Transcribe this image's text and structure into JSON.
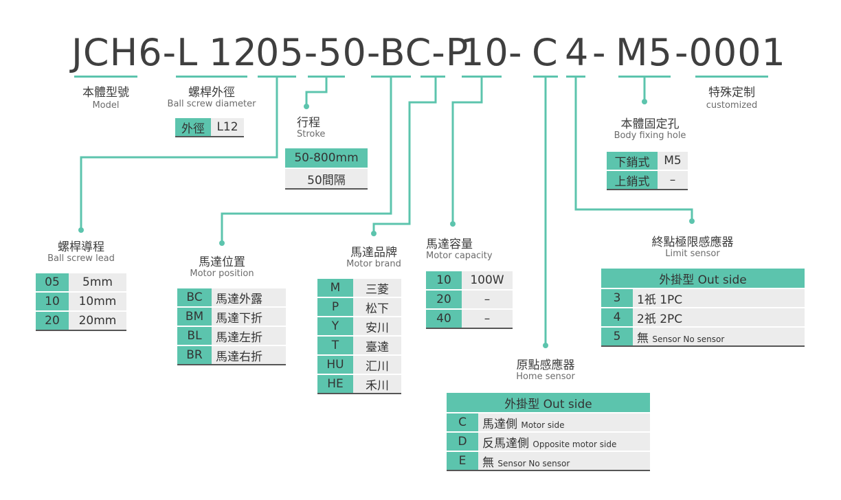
{
  "code": {
    "s1": "JCH6-L",
    "s2": "12",
    "s3": "05-50-BC-P",
    "s4": "10",
    "s5": "-",
    "s6": "C",
    "s7": "4",
    "s8": "-",
    "s9": "M5",
    "s10": "-0001"
  },
  "model": {
    "zh": "本體型號",
    "en": "Model"
  },
  "diameter": {
    "zh": "螺桿外徑",
    "en": "Ball screw diameter",
    "rows": [
      {
        "k": "外徑",
        "v": "L12"
      }
    ]
  },
  "stroke": {
    "zh": "行程",
    "en": "Stroke",
    "row1": "50-800mm",
    "row2": "50間隔"
  },
  "lead": {
    "zh": "螺桿導程",
    "en": "Ball screw lead",
    "rows": [
      {
        "k": "05",
        "v": "5mm"
      },
      {
        "k": "10",
        "v": "10mm"
      },
      {
        "k": "20",
        "v": "20mm"
      }
    ]
  },
  "position": {
    "zh": "馬達位置",
    "en": "Motor position",
    "rows": [
      {
        "k": "BC",
        "v": "馬達外露"
      },
      {
        "k": "BM",
        "v": "馬達下折"
      },
      {
        "k": "BL",
        "v": "馬達左折"
      },
      {
        "k": "BR",
        "v": "馬達右折"
      }
    ]
  },
  "brand": {
    "zh": "馬達品牌",
    "en": "Motor brand",
    "rows": [
      {
        "k": "M",
        "v": "三菱"
      },
      {
        "k": "P",
        "v": "松下"
      },
      {
        "k": "Y",
        "v": "安川"
      },
      {
        "k": "T",
        "v": "臺達"
      },
      {
        "k": "HU",
        "v": "汇川"
      },
      {
        "k": "HE",
        "v": "禾川"
      }
    ]
  },
  "capacity": {
    "zh": "馬達容量",
    "en": "Motor capacity",
    "rows": [
      {
        "k": "10",
        "v": "100W"
      },
      {
        "k": "20",
        "v": "–"
      },
      {
        "k": "40",
        "v": "–"
      }
    ]
  },
  "home": {
    "zh": "原點感應器",
    "en": "Home sensor",
    "header": "外掛型 Out side",
    "rows": [
      {
        "k": "C",
        "v": "馬達側",
        "s": "Motor side"
      },
      {
        "k": "D",
        "v": "反馬達側",
        "s": "Opposite motor side"
      },
      {
        "k": "E",
        "v": "無",
        "s": "Sensor No sensor"
      }
    ]
  },
  "fixing": {
    "zh": "本體固定孔",
    "en": "Body fixing hole",
    "rows": [
      {
        "k": "下銷式",
        "v": "M5"
      },
      {
        "k": "上銷式",
        "v": "–"
      }
    ]
  },
  "limit": {
    "zh": "終點極限感應器",
    "en": "Limit sensor",
    "header": "外掛型 Out side",
    "rows": [
      {
        "k": "3",
        "v": "1祇 1PC",
        "s": ""
      },
      {
        "k": "4",
        "v": "2祇 2PC",
        "s": ""
      },
      {
        "k": "5",
        "v": "無",
        "s": "Sensor No sensor"
      }
    ]
  },
  "custom": {
    "zh": "特殊定制",
    "en": "customized"
  },
  "colors": {
    "accent": "#5cc4ad",
    "cell": "#ececec",
    "text": "#3b3b3b"
  }
}
